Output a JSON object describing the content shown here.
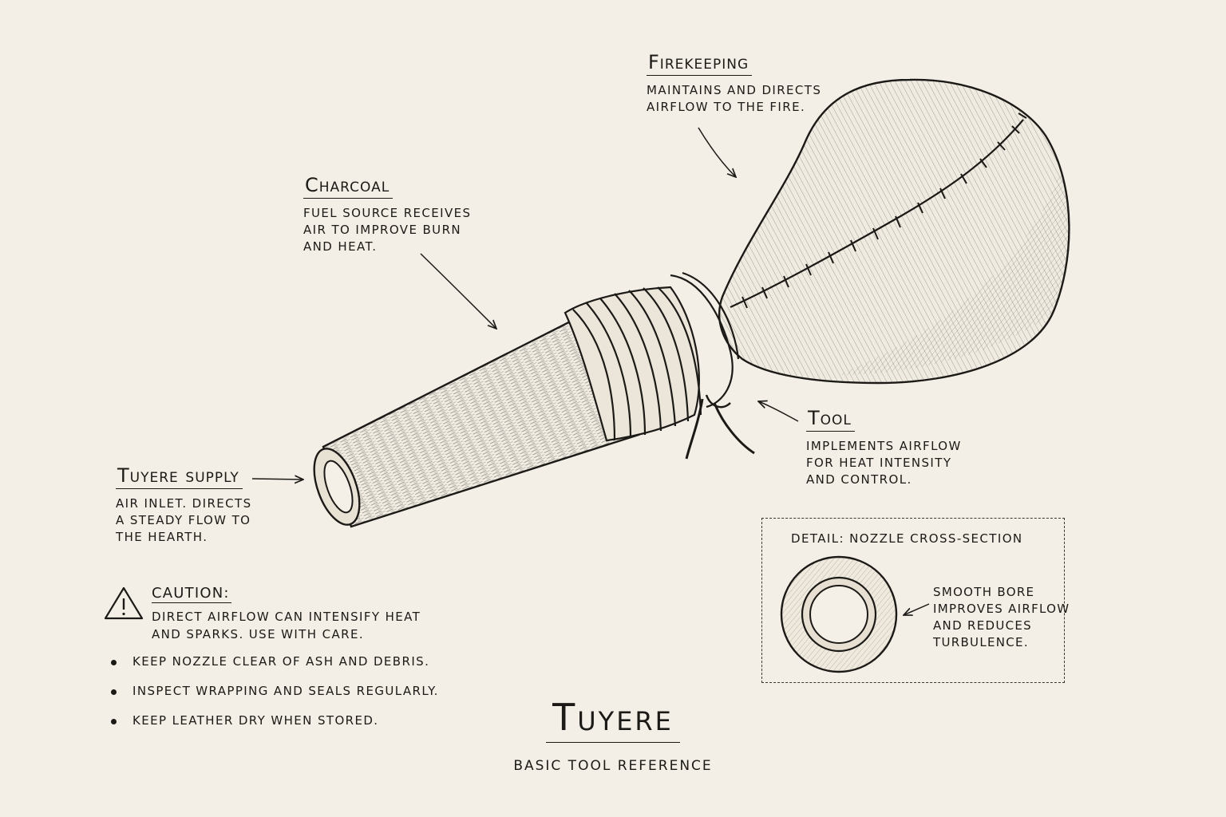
{
  "labels": {
    "firekeeping": {
      "title": "Firekeeping",
      "lines": [
        "Maintains and directs",
        "airflow to the fire."
      ]
    },
    "charcoal": {
      "title": "Charcoal",
      "lines": [
        "Fuel source receives",
        "air to improve burn",
        "and heat."
      ]
    },
    "tool": {
      "title": "Tool",
      "lines": [
        "Implements airflow",
        "for heat intensity",
        "and control."
      ]
    },
    "tuyere_supply": {
      "title": "Tuyere supply",
      "lines": [
        "Air inlet. Directs",
        "a steady flow to",
        "the hearth."
      ]
    }
  },
  "caution": {
    "title": "Caution:",
    "lines": [
      "Direct airflow can intensify heat",
      "and sparks. Use with care."
    ],
    "icon": "warning-triangle-icon"
  },
  "bullets": [
    "Keep nozzle clear of ash and debris.",
    "Inspect wrapping and seals regularly.",
    "Keep leather dry when stored."
  ],
  "detail": {
    "title": "Detail: Nozzle cross-section",
    "note_lines": [
      "Smooth bore",
      "improves airflow",
      "and reduces",
      "turbulence."
    ]
  },
  "title": "Tuyere",
  "subtitle": "Basic tool reference",
  "colors": {
    "paper": "#f3efe6",
    "ink": "#1c1a17"
  }
}
